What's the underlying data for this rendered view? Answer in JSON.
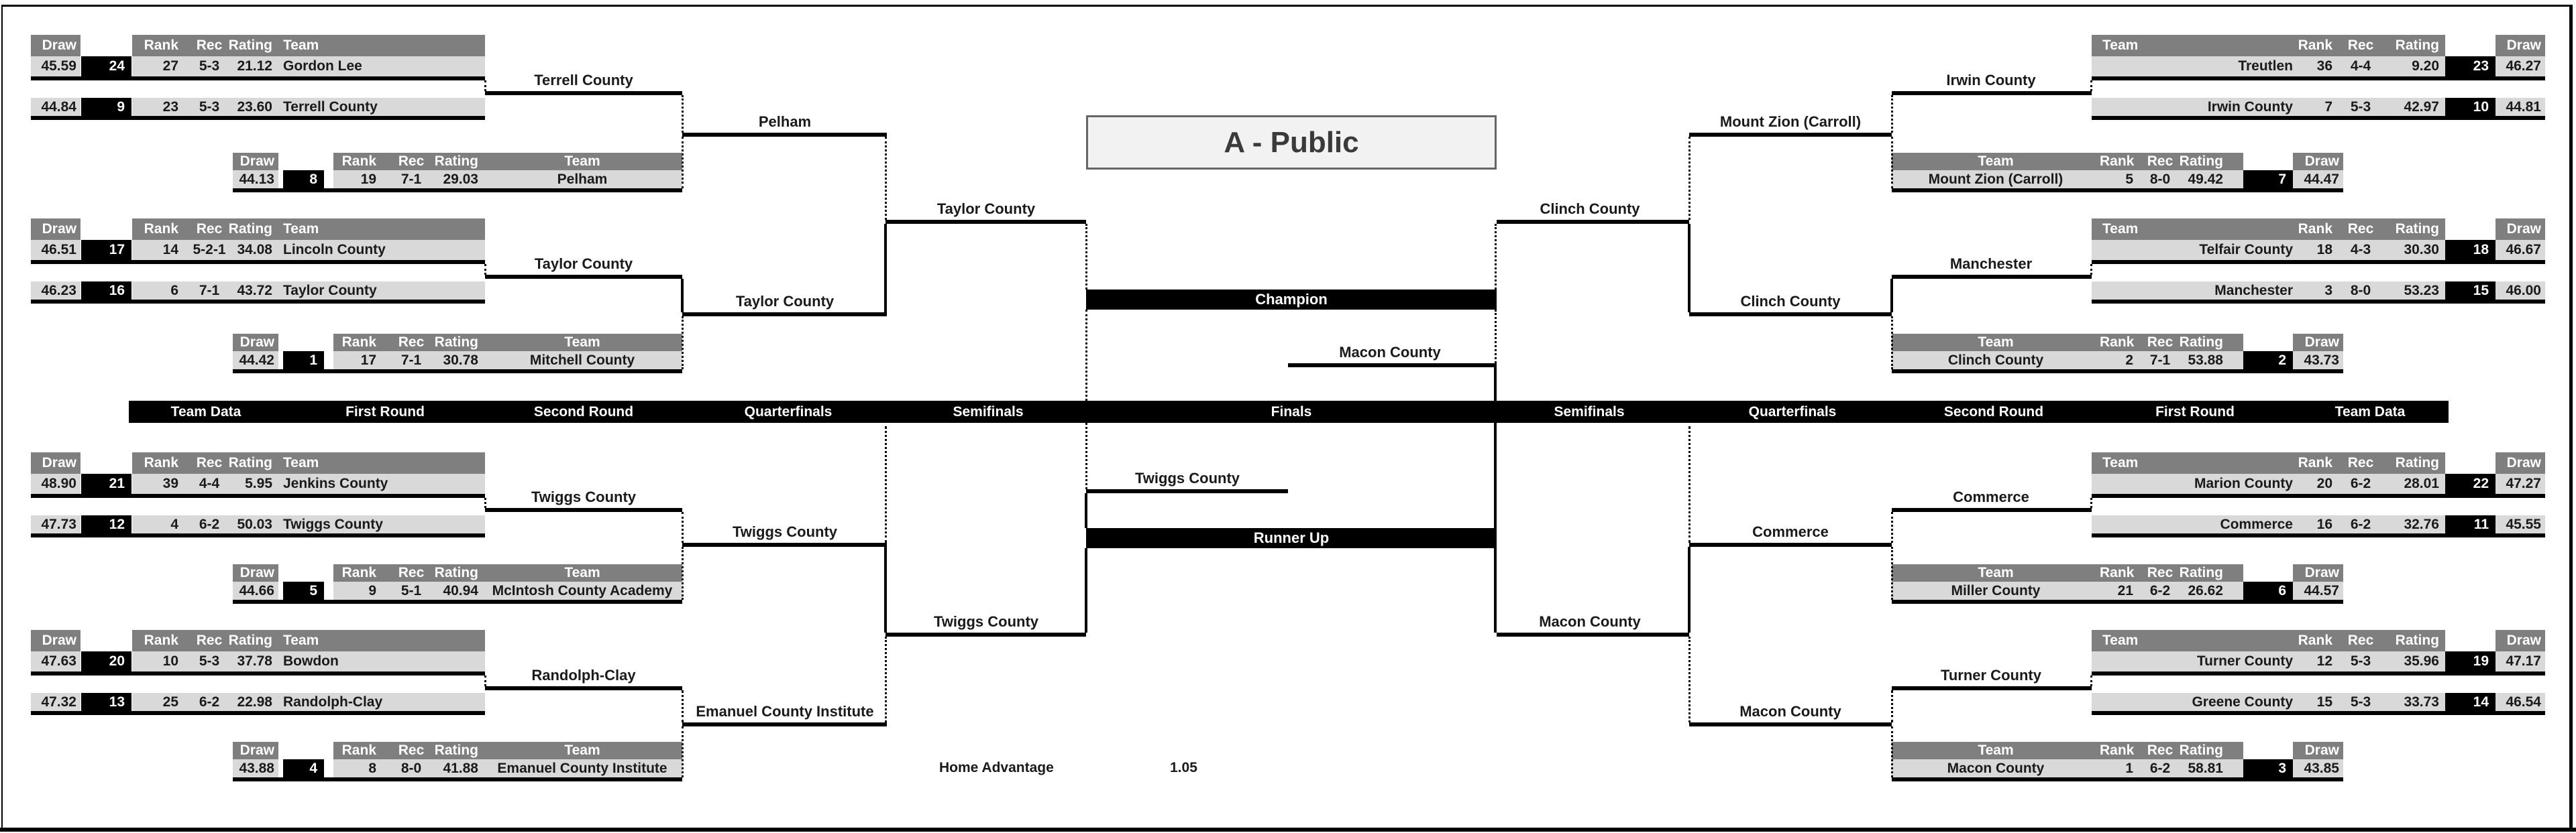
{
  "title": "A - Public",
  "colors": {
    "header_bg": "#7f7f7f",
    "row_bg": "#d9d9d9",
    "accent": "#000000",
    "title_bg": "#f2f2f2",
    "text": "#1a1a1a"
  },
  "headers": {
    "draw": "Draw",
    "rank": "Rank",
    "rec": "Rec",
    "rating": "Rating",
    "team": "Team"
  },
  "rounds": [
    "Team Data",
    "First Round",
    "Second Round",
    "Quarterfinals",
    "Semifinals",
    "Finals",
    "Semifinals",
    "Quarterfinals",
    "Second Round",
    "First Round",
    "Team Data"
  ],
  "finals": {
    "champion_label": "Champion",
    "champion_team": "Macon County",
    "runner_up_label": "Runner Up",
    "runner_up_team": "Twiggs County"
  },
  "home_advantage": {
    "label": "Home Advantage",
    "value": "1.05"
  },
  "winners": {
    "tl_first_a": "Terrell County",
    "tl_second_a": "Pelham",
    "tl_first_b": "Taylor County",
    "tl_second_b": "Taylor County",
    "tl_quarter": "Taylor County",
    "bl_first_a": "Twiggs County",
    "bl_second_a": "Twiggs County",
    "bl_first_b": "Randolph-Clay",
    "bl_second_b": "Emanuel County Institute",
    "bl_quarter": "Twiggs County",
    "tr_first_a": "Irwin County",
    "tr_second_a": "Mount Zion (Carroll)",
    "tr_first_b": "Manchester",
    "tr_second_b": "Clinch County",
    "tr_quarter": "Clinch County",
    "br_first_a": "Commerce",
    "br_second_a": "Commerce",
    "br_first_b": "Turner County",
    "br_second_b": "Macon County",
    "br_quarter": "Macon County"
  },
  "tables": {
    "gordon_terrell": {
      "rows": [
        {
          "draw": "45.59",
          "seed": "24",
          "rank": "27",
          "rec": "5-3",
          "rating": "21.12",
          "team": "Gordon Lee"
        },
        {
          "draw": "44.84",
          "seed": "9",
          "rank": "23",
          "rec": "5-3",
          "rating": "23.60",
          "team": "Terrell County"
        }
      ]
    },
    "pelham": {
      "row": {
        "draw": "44.13",
        "seed": "8",
        "rank": "19",
        "rec": "7-1",
        "rating": "29.03",
        "team": "Pelham"
      }
    },
    "lincoln_taylor": {
      "rows": [
        {
          "draw": "46.51",
          "seed": "17",
          "rank": "14",
          "rec": "5-2-1",
          "rating": "34.08",
          "team": "Lincoln County"
        },
        {
          "draw": "46.23",
          "seed": "16",
          "rank": "6",
          "rec": "7-1",
          "rating": "43.72",
          "team": "Taylor County"
        }
      ]
    },
    "mitchell": {
      "row": {
        "draw": "44.42",
        "seed": "1",
        "rank": "17",
        "rec": "7-1",
        "rating": "30.78",
        "team": "Mitchell County"
      }
    },
    "jenkins_twiggs": {
      "rows": [
        {
          "draw": "48.90",
          "seed": "21",
          "rank": "39",
          "rec": "4-4",
          "rating": "5.95",
          "team": "Jenkins County"
        },
        {
          "draw": "47.73",
          "seed": "12",
          "rank": "4",
          "rec": "6-2",
          "rating": "50.03",
          "team": "Twiggs County"
        }
      ]
    },
    "mcintosh": {
      "row": {
        "draw": "44.66",
        "seed": "5",
        "rank": "9",
        "rec": "5-1",
        "rating": "40.94",
        "team": "McIntosh County Academy"
      }
    },
    "bowdon_randolph": {
      "rows": [
        {
          "draw": "47.63",
          "seed": "20",
          "rank": "10",
          "rec": "5-3",
          "rating": "37.78",
          "team": "Bowdon"
        },
        {
          "draw": "47.32",
          "seed": "13",
          "rank": "25",
          "rec": "6-2",
          "rating": "22.98",
          "team": "Randolph-Clay"
        }
      ]
    },
    "emanuel": {
      "row": {
        "draw": "43.88",
        "seed": "4",
        "rank": "8",
        "rec": "8-0",
        "rating": "41.88",
        "team": "Emanuel County Institute"
      }
    },
    "treutlen_irwin": {
      "rows": [
        {
          "team": "Treutlen",
          "rank": "36",
          "rec": "4-4",
          "rating": "9.20",
          "seed": "23",
          "draw": "46.27"
        },
        {
          "team": "Irwin County",
          "rank": "7",
          "rec": "5-3",
          "rating": "42.97",
          "seed": "10",
          "draw": "44.81"
        }
      ]
    },
    "mount_zion": {
      "row": {
        "team": "Mount Zion (Carroll)",
        "rank": "5",
        "rec": "8-0",
        "rating": "49.42",
        "seed": "7",
        "draw": "44.47"
      }
    },
    "telfair_manchester": {
      "rows": [
        {
          "team": "Telfair County",
          "rank": "18",
          "rec": "4-3",
          "rating": "30.30",
          "seed": "18",
          "draw": "46.67"
        },
        {
          "team": "Manchester",
          "rank": "3",
          "rec": "8-0",
          "rating": "53.23",
          "seed": "15",
          "draw": "46.00"
        }
      ]
    },
    "clinch": {
      "row": {
        "team": "Clinch County",
        "rank": "2",
        "rec": "7-1",
        "rating": "53.88",
        "seed": "2",
        "draw": "43.73"
      }
    },
    "marion_commerce": {
      "rows": [
        {
          "team": "Marion County",
          "rank": "20",
          "rec": "6-2",
          "rating": "28.01",
          "seed": "22",
          "draw": "47.27"
        },
        {
          "team": "Commerce",
          "rank": "16",
          "rec": "6-2",
          "rating": "32.76",
          "seed": "11",
          "draw": "45.55"
        }
      ]
    },
    "miller": {
      "row": {
        "team": "Miller County",
        "rank": "21",
        "rec": "6-2",
        "rating": "26.62",
        "seed": "6",
        "draw": "44.57"
      }
    },
    "turner_greene": {
      "rows": [
        {
          "team": "Turner County",
          "rank": "12",
          "rec": "5-3",
          "rating": "35.96",
          "seed": "19",
          "draw": "47.17"
        },
        {
          "team": "Greene County",
          "rank": "15",
          "rec": "5-3",
          "rating": "33.73",
          "seed": "14",
          "draw": "46.54"
        }
      ]
    },
    "macon": {
      "row": {
        "team": "Macon County",
        "rank": "1",
        "rec": "6-2",
        "rating": "58.81",
        "seed": "3",
        "draw": "43.85"
      }
    }
  }
}
